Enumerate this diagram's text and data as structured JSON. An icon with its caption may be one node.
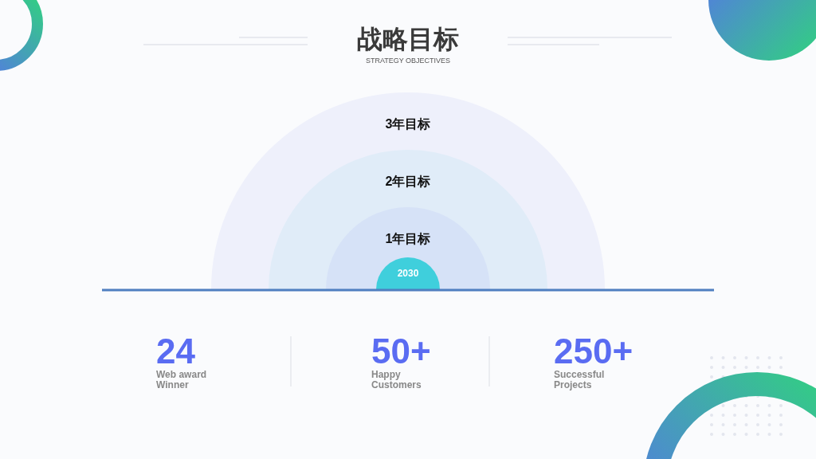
{
  "diagram": {
    "title": "战略目标",
    "nodes": [
      {
        "text": [
          "3年目标"
        ]
      },
      {
        "text": [
          "2年目标"
        ],
        "in": 0
      },
      {
        "text": [
          "1年目标"
        ],
        "in": 1
      },
      {
        "text": [
          "2030"
        ],
        "in": 2
      }
    ],
    "edges": [],
    "labels": [
      "STRATEGY OBJECTIVES",
      "24",
      "Web award Winner",
      "50+",
      "Happy Customers",
      "250+",
      "Successful Projects"
    ]
  }
}
